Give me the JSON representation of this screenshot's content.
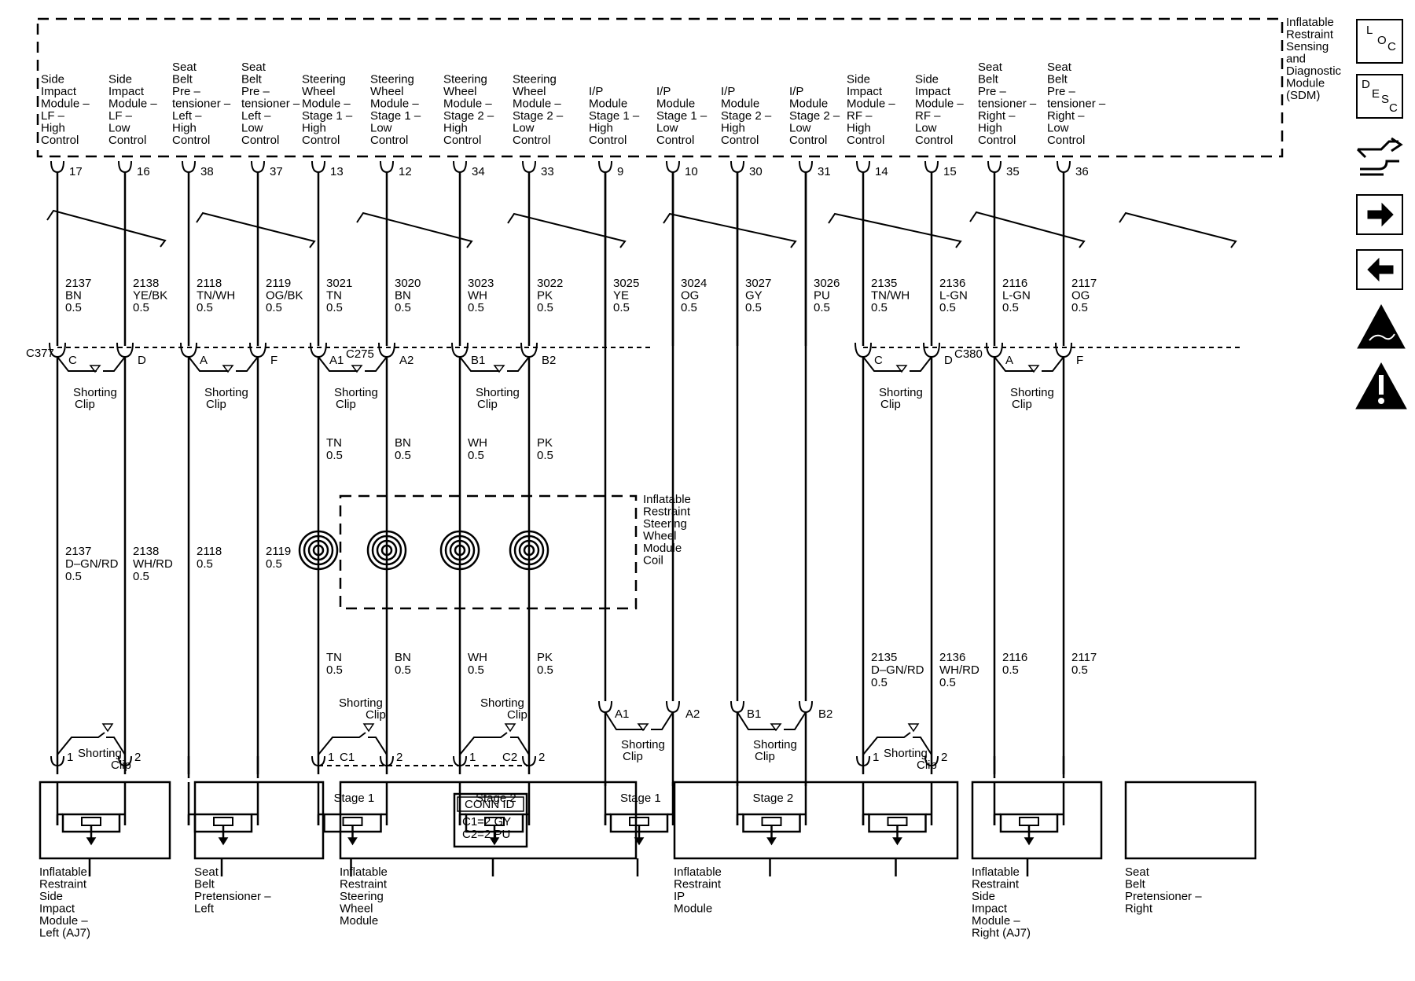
{
  "sdm": {
    "title_lines": [
      "Inflatable",
      "Restraint",
      "Sensing",
      "and",
      "Diagnostic",
      "Module",
      "(SDM)"
    ],
    "pins": [
      {
        "label": [
          "Side",
          "Impact",
          "Module –",
          "LF –",
          "High",
          "Control"
        ],
        "pin": "17"
      },
      {
        "label": [
          "Side",
          "Impact",
          "Module –",
          "LF –",
          "Low",
          "Control"
        ],
        "pin": "16"
      },
      {
        "label": [
          "Seat",
          "Belt",
          "Pre –",
          "tensioner –",
          "Left –",
          "High",
          "Control"
        ],
        "pin": "38"
      },
      {
        "label": [
          "Seat",
          "Belt",
          "Pre –",
          "tensioner –",
          "Left –",
          "Low",
          "Control"
        ],
        "pin": "37"
      },
      {
        "label": [
          "Steering",
          "Wheel",
          "Module –",
          "Stage 1 –",
          "High",
          "Control"
        ],
        "pin": "13"
      },
      {
        "label": [
          "Steering",
          "Wheel",
          "Module –",
          "Stage 1 –",
          "Low",
          "Control"
        ],
        "pin": "12"
      },
      {
        "label": [
          "Steering",
          "Wheel",
          "Module –",
          "Stage 2 –",
          "High",
          "Control"
        ],
        "pin": "34"
      },
      {
        "label": [
          "Steering",
          "Wheel",
          "Module –",
          "Stage 2 –",
          "Low",
          "Control"
        ],
        "pin": "33"
      },
      {
        "label": [
          "I/P",
          "Module",
          "Stage 1 –",
          "High",
          "Control"
        ],
        "pin": "9"
      },
      {
        "label": [
          "I/P",
          "Module",
          "Stage 1 –",
          "Low",
          "Control"
        ],
        "pin": "10"
      },
      {
        "label": [
          "I/P",
          "Module",
          "Stage 2 –",
          "High",
          "Control"
        ],
        "pin": "30"
      },
      {
        "label": [
          "I/P",
          "Module",
          "Stage 2 –",
          "Low",
          "Control"
        ],
        "pin": "31"
      },
      {
        "label": [
          "Side",
          "Impact",
          "Module –",
          "RF –",
          "High",
          "Control"
        ],
        "pin": "14"
      },
      {
        "label": [
          "Side",
          "Impact",
          "Module –",
          "RF –",
          "Low",
          "Control"
        ],
        "pin": "15"
      },
      {
        "label": [
          "Seat",
          "Belt",
          "Pre –",
          "tensioner –",
          "Right –",
          "High",
          "Control"
        ],
        "pin": "35"
      },
      {
        "label": [
          "Seat",
          "Belt",
          "Pre –",
          "tensioner –",
          "Right –",
          "Low",
          "Control"
        ],
        "pin": "36"
      }
    ]
  },
  "wires_upper": [
    [
      "2137",
      "BN",
      "0.5"
    ],
    [
      "2138",
      "YE/BK",
      "0.5"
    ],
    [
      "2118",
      "TN/WH",
      "0.5"
    ],
    [
      "2119",
      "OG/BK",
      "0.5"
    ],
    [
      "3021",
      "TN",
      "0.5"
    ],
    [
      "3020",
      "BN",
      "0.5"
    ],
    [
      "3023",
      "WH",
      "0.5"
    ],
    [
      "3022",
      "PK",
      "0.5"
    ],
    [
      "3025",
      "YE",
      "0.5"
    ],
    [
      "3024",
      "OG",
      "0.5"
    ],
    [
      "3027",
      "GY",
      "0.5"
    ],
    [
      "3026",
      "PU",
      "0.5"
    ],
    [
      "2135",
      "TN/WH",
      "0.5"
    ],
    [
      "2136",
      "L-GN",
      "0.5"
    ],
    [
      "2116",
      "L-GN",
      "0.5"
    ],
    [
      "2117",
      "OG",
      "0.5"
    ]
  ],
  "connectors_mid": {
    "c377": "C377",
    "c275": "C275",
    "c380": "C380",
    "pins": [
      "C",
      "D",
      "A",
      "F",
      "A1",
      "A2",
      "B1",
      "B2",
      "",
      "",
      "",
      "",
      "C",
      "D",
      "A",
      "F"
    ]
  },
  "shorting_clip": [
    "Shorting",
    "Clip"
  ],
  "wires_mid_sw": [
    [
      "TN",
      "0.5"
    ],
    [
      "BN",
      "0.5"
    ],
    [
      "WH",
      "0.5"
    ],
    [
      "PK",
      "0.5"
    ]
  ],
  "wires_lower_left": [
    [
      "2137",
      "D–GN/RD",
      "0.5"
    ],
    [
      "2138",
      "WH/RD",
      "0.5"
    ],
    [
      "2118",
      "0.5"
    ],
    [
      "2119",
      "0.5"
    ]
  ],
  "coil_label": [
    "Inflatable",
    "Restraint",
    "Steering",
    "Wheel",
    "Module",
    "Coil"
  ],
  "wires_lower_sw": [
    [
      "TN",
      "0.5"
    ],
    [
      "BN",
      "0.5"
    ],
    [
      "WH",
      "0.5"
    ],
    [
      "PK",
      "0.5"
    ]
  ],
  "wires_lower_right": [
    [
      "2135",
      "D–GN/RD",
      "0.5"
    ],
    [
      "2136",
      "WH/RD",
      "0.5"
    ],
    [
      "2116",
      "0.5"
    ],
    [
      "2117",
      "0.5"
    ]
  ],
  "ip_conn_pins": [
    "A1",
    "A2",
    "B1",
    "B2"
  ],
  "bottom_pins": {
    "one": "1",
    "two": "2",
    "c1": "C1",
    "c2": "C2"
  },
  "stage": [
    "Stage 1",
    "Stage 2"
  ],
  "conn_id": {
    "title": "CONN ID",
    "lines": [
      "C1=2 GY",
      "C2=2 PU"
    ]
  },
  "modules": [
    [
      "Inflatable",
      "Restraint",
      "Side",
      "Impact",
      "Module –",
      "Left (AJ7)"
    ],
    [
      "Seat",
      "Belt",
      "Pretensioner –",
      "Left"
    ],
    [
      "Inflatable",
      "Restraint",
      "Steering",
      "Wheel",
      "Module"
    ],
    [
      "Inflatable",
      "Restraint",
      "IP",
      "Module"
    ],
    [
      "Inflatable",
      "Restraint",
      "Side",
      "Impact",
      "Module –",
      "Right (AJ7)"
    ],
    [
      "Seat",
      "Belt",
      "Pretensioner –",
      "Right"
    ]
  ],
  "sidebar": {
    "loc": {
      "big": "L",
      "sub1": "O",
      "sub2": "C"
    },
    "desc": {
      "big": "D",
      "sub1": "E",
      "sub2": "S",
      "sub3": "C"
    },
    "icons": [
      "connector-icon",
      "next-arrow-icon",
      "back-arrow-icon",
      "esd-warning-icon",
      "caution-icon"
    ]
  }
}
